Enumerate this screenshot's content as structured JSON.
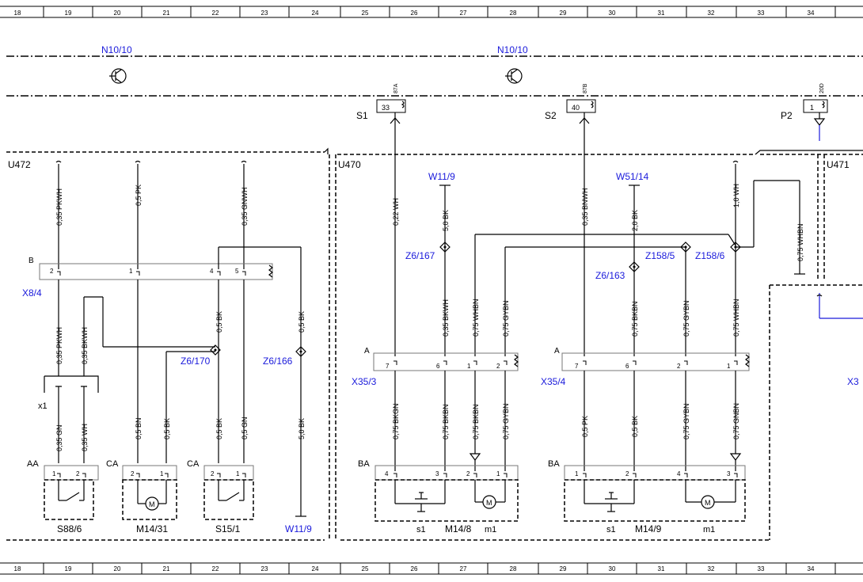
{
  "ruler_numbers": [
    "18",
    "19",
    "20",
    "21",
    "22",
    "23",
    "24",
    "25",
    "26",
    "27",
    "28",
    "29",
    "30",
    "31",
    "32",
    "33",
    "34"
  ],
  "control_units": [
    "N10/10",
    "N10/10"
  ],
  "relays": [
    {
      "name": "S1",
      "pin": "33",
      "terminal": "87A"
    },
    {
      "name": "S2",
      "pin": "40",
      "terminal": "87B"
    },
    {
      "name": "P2",
      "pin": "1",
      "terminal": "20D"
    }
  ],
  "modules": [
    "U472",
    "U470",
    "U471"
  ],
  "ground_refs": {
    "top_left": "W11/9",
    "top_right": "W51/14",
    "bottom": "W11/9"
  },
  "connectors": {
    "x8_4": {
      "label": "X8/4",
      "code": "B",
      "pins": [
        "2",
        "1",
        "4",
        "5"
      ]
    },
    "x35_3": {
      "label": "X35/3",
      "code": "A",
      "pins": [
        "7",
        "6",
        "1",
        "2"
      ]
    },
    "x35_4": {
      "label": "X35/4",
      "code": "A",
      "pins": [
        "7",
        "6",
        "2",
        "1"
      ]
    },
    "x1": "x1",
    "x3_partial": "X3"
  },
  "splices": [
    "Z6/167",
    "Z6/163",
    "Z158/5",
    "Z158/6",
    "Z6/170",
    "Z6/166"
  ],
  "wire_labels": {
    "a1": "0,35 PKWH",
    "a2": "0,5 PK",
    "a3": "0,35 GNWH",
    "b1": "0,35 PKWH",
    "b2": "0,35 BKWH",
    "b3": "0,5 BK",
    "b4": "0,5 BK",
    "c1": "0,35 GN",
    "c2": "0,35 WH",
    "c3": "0,5 BN",
    "c4": "0,5 BK",
    "c5": "0,5 BK",
    "c6": "0,5 GN",
    "c7": "5,0 BK",
    "d1": "0,22 WH",
    "d2": "5,0 BK",
    "d3": "0,35 BNWH",
    "d4": "2,0 BK",
    "d5": "1,0 WH",
    "d6": "0,75 WHBN",
    "e1": "0,35 BKWH",
    "e2": "0,75 WHBN",
    "e3": "0,75 GYBN",
    "e4": "0,75 BKBN",
    "e5": "0,75 GYBN",
    "e6": "0,75 WHBN",
    "f1": "0,75 BKGN",
    "f2": "0,75 BKBN",
    "f3": "0,75 BKBN",
    "f4": "0,75 GYBN",
    "f5": "0,5 PK",
    "f6": "0,5 BK",
    "f7": "0,75 GYBN",
    "f8": "0,75 GNBN"
  },
  "components": {
    "s88": {
      "code": "AA",
      "name": "S88/6",
      "pins": [
        "1",
        "2"
      ]
    },
    "m14_31": {
      "code": "CA",
      "name": "M14/31",
      "pins": [
        "2",
        "1"
      ]
    },
    "s15": {
      "code": "CA",
      "name": "S15/1",
      "pins": [
        "2",
        "1"
      ]
    },
    "m14_8": {
      "code": "BA",
      "name": "M14/8",
      "sub1": "s1",
      "sub2": "m1",
      "pins": [
        "4",
        "3",
        "2",
        "1"
      ]
    },
    "m14_9": {
      "code": "BA",
      "name": "M14/9",
      "sub1": "s1",
      "sub2": "m1",
      "pins": [
        "1",
        "2",
        "4",
        "3"
      ]
    }
  },
  "motor_symbol": "M"
}
